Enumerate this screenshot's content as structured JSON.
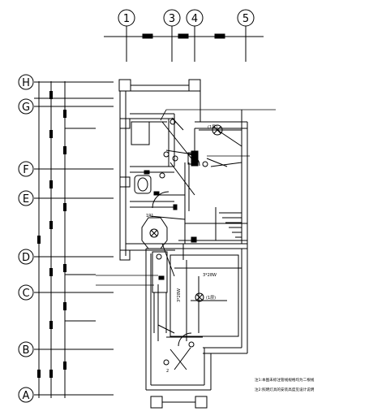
{
  "grid": {
    "columns": [
      "1",
      "3",
      "4",
      "5"
    ],
    "rows": [
      "H",
      "G",
      "F",
      "E",
      "D",
      "C",
      "B",
      "A"
    ]
  },
  "labels": {
    "fixture_top": "(1层)",
    "fixture_living": "(1层)",
    "fixture_round_rating": "1P1",
    "room_power_a": "3*28W",
    "room_power_b": "3*28W",
    "switch_2": "2"
  },
  "notes": {
    "n1": "注1:本图未标注管线规格均为二根线",
    "n2": "注2:照明灯具的安装高度见设计说明"
  },
  "colors": {
    "ink": "#000000",
    "background": "#ffffff"
  }
}
